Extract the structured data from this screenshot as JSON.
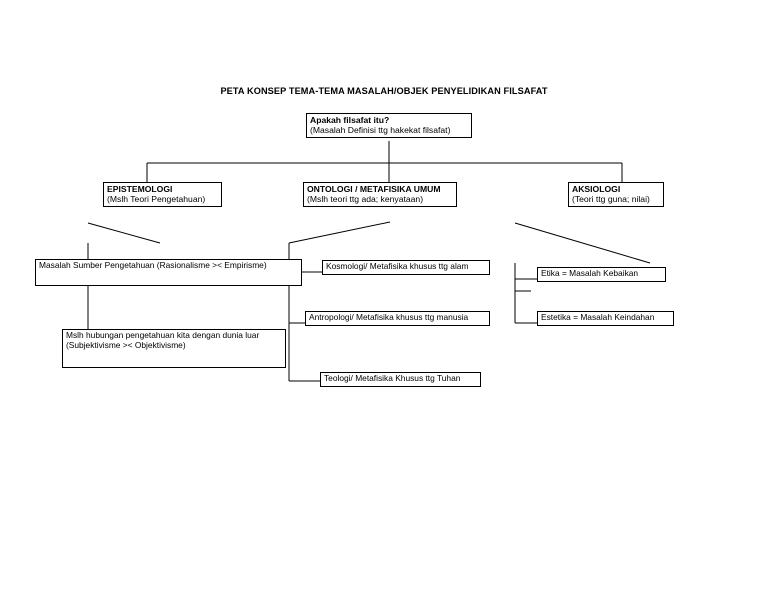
{
  "page": {
    "title": "PETA KONSEP TEMA-TEMA MASALAH/OBJEK PENYELIDIKAN FILSAFAT",
    "background_color": "#ffffff",
    "line_color": "#000000",
    "text_color": "#000000"
  },
  "nodes": {
    "root": {
      "line1": "Apakah filsafat itu?",
      "line2": "(Masalah Definisi ttg hakekat filsafat)"
    },
    "epistemologi": {
      "line1": "EPISTEMOLOGI",
      "line2": "(Mslh Teori Pengetahuan)"
    },
    "ontologi": {
      "line1": "ONTOLOGI / METAFISIKA UMUM",
      "line2": "(Mslh teori ttg ada; kenyataan)"
    },
    "aksiologi": {
      "line1": "AKSIOLOGI",
      "line2": "(Teori ttg guna; nilai)"
    },
    "sumber_pengetahuan": {
      "line1": "Masalah Sumber Pengetahuan (Rasionalisme >< Empirisme)"
    },
    "hubungan_pengetahuan": {
      "line1": "Mslh hubungan pengetahuan kita dengan dunia luar",
      "line2": "(Subjektivisme >< Objektivisme)"
    },
    "kosmologi": {
      "line1": "Kosmologi/ Metafisika khusus ttg alam"
    },
    "antropologi": {
      "line1": "Antropologi/ Metafisika khusus ttg manusia"
    },
    "teologi": {
      "line1": "Teologi/ Metafisika Khusus ttg Tuhan"
    },
    "etika": {
      "line1": "Etika = Masalah Kebaikan"
    },
    "estetika": {
      "line1": "Estetika = Masalah Keindahan"
    }
  }
}
